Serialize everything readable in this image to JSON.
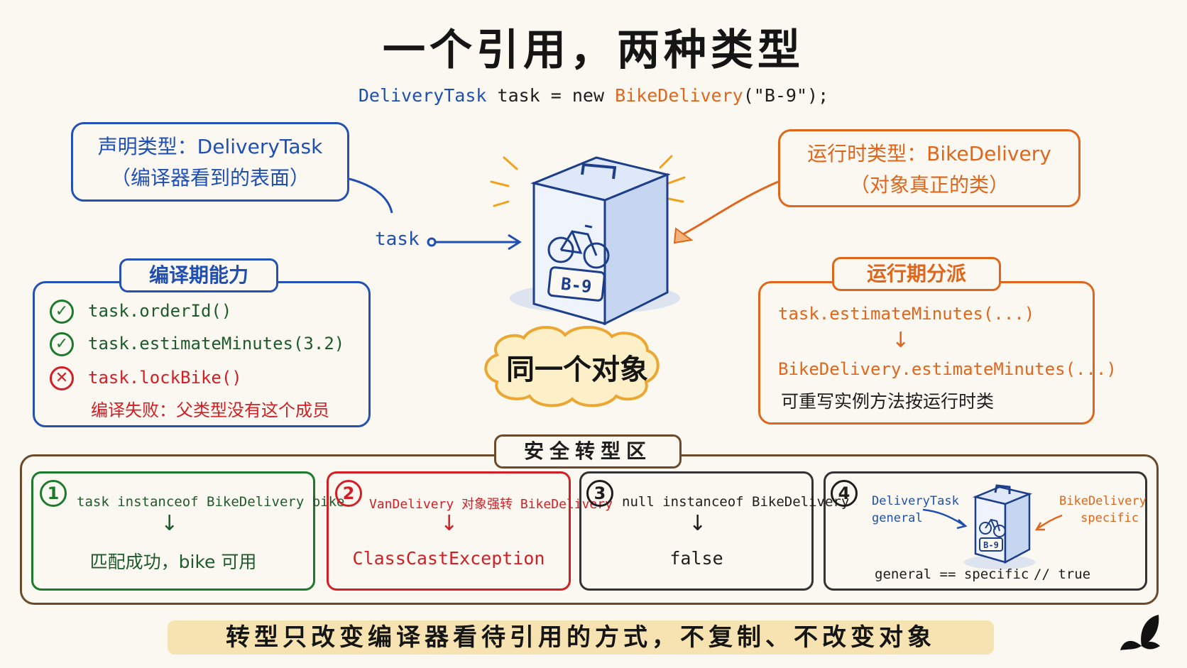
{
  "title": "一个引用，两种类型",
  "code": {
    "declared_type": "DeliveryTask",
    "middle": " task = new ",
    "runtime_type": "BikeDelivery",
    "tail": "(\"B-9\");"
  },
  "declared_box": {
    "line1": "声明类型：DeliveryTask",
    "line2": "（编译器看到的表面）"
  },
  "runtime_box": {
    "line1": "运行时类型：BikeDelivery",
    "line2": "（对象真正的类）"
  },
  "ref_label": "task",
  "box_tag": "B-9",
  "same_object": "同一个对象",
  "compile_panel": {
    "title": "编译期能力",
    "items": [
      {
        "text": "task.orderId()",
        "status": "ok"
      },
      {
        "text": "task.estimateMinutes(3.2)",
        "status": "ok"
      },
      {
        "text": "task.lockBike()",
        "status": "error"
      }
    ],
    "error_note": "编译失败：父类型没有这个成员"
  },
  "runtime_panel": {
    "title": "运行期分派",
    "call": "task.estimateMinutes(...)",
    "dispatch": "BikeDelivery.estimateMinutes(...)",
    "note": "可重写实例方法按运行时类"
  },
  "safe_zone": {
    "title": "安全转型区",
    "cases": [
      {
        "num": "1",
        "expr": "task instanceof BikeDelivery bike",
        "result": "匹配成功，bike 可用"
      },
      {
        "num": "2",
        "expr": "VanDelivery 对象强转 BikeDelivery",
        "result": "ClassCastException"
      },
      {
        "num": "3",
        "expr": "null instanceof BikeDelivery",
        "result": "false"
      },
      {
        "num": "4",
        "left_label_1": "DeliveryTask",
        "left_label_2": "general",
        "right_label_1": "BikeDelivery",
        "right_label_2": "specific",
        "compare": "general == specific",
        "comment": "// true",
        "tag": "B-9"
      }
    ]
  },
  "footer": "转型只改变编译器看待引用的方式，不复制、不改变对象",
  "colors": {
    "blue": "#1f4fb3",
    "orange": "#e0661c",
    "green": "#1d7a2c",
    "red": "#d21f26",
    "brown": "#6b4a2c"
  }
}
